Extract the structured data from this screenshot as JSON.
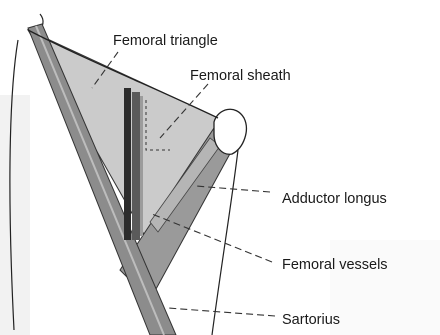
{
  "labels": {
    "femoral_triangle": "Femoral triangle",
    "femoral_sheath": "Femoral sheath",
    "adductor_longus": "Adductor longus",
    "femoral_vessels": "Femoral vessels",
    "sartorius": "Sartorius"
  },
  "colors": {
    "triangle_fill": "#c9c9c9",
    "muscle_fill": "#8f8f8f",
    "vessel_dark": "#2a2a2a",
    "background_speckle": "#e9e9e9"
  }
}
